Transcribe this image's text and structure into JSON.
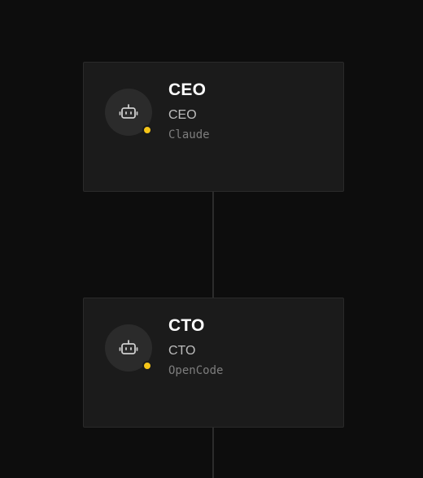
{
  "theme": {
    "background": "#0d0d0d",
    "card": "#1b1b1b",
    "card_border": "#2a2a2a",
    "connector": "#2c2c2c",
    "status_color": "#f5c518"
  },
  "org_chart": {
    "nodes": [
      {
        "title": "CEO",
        "role": "CEO",
        "adapter": "Claude",
        "icon": "robot-icon",
        "status": "yellow"
      },
      {
        "title": "CTO",
        "role": "CTO",
        "adapter": "OpenCode",
        "icon": "robot-icon",
        "status": "yellow"
      }
    ]
  }
}
